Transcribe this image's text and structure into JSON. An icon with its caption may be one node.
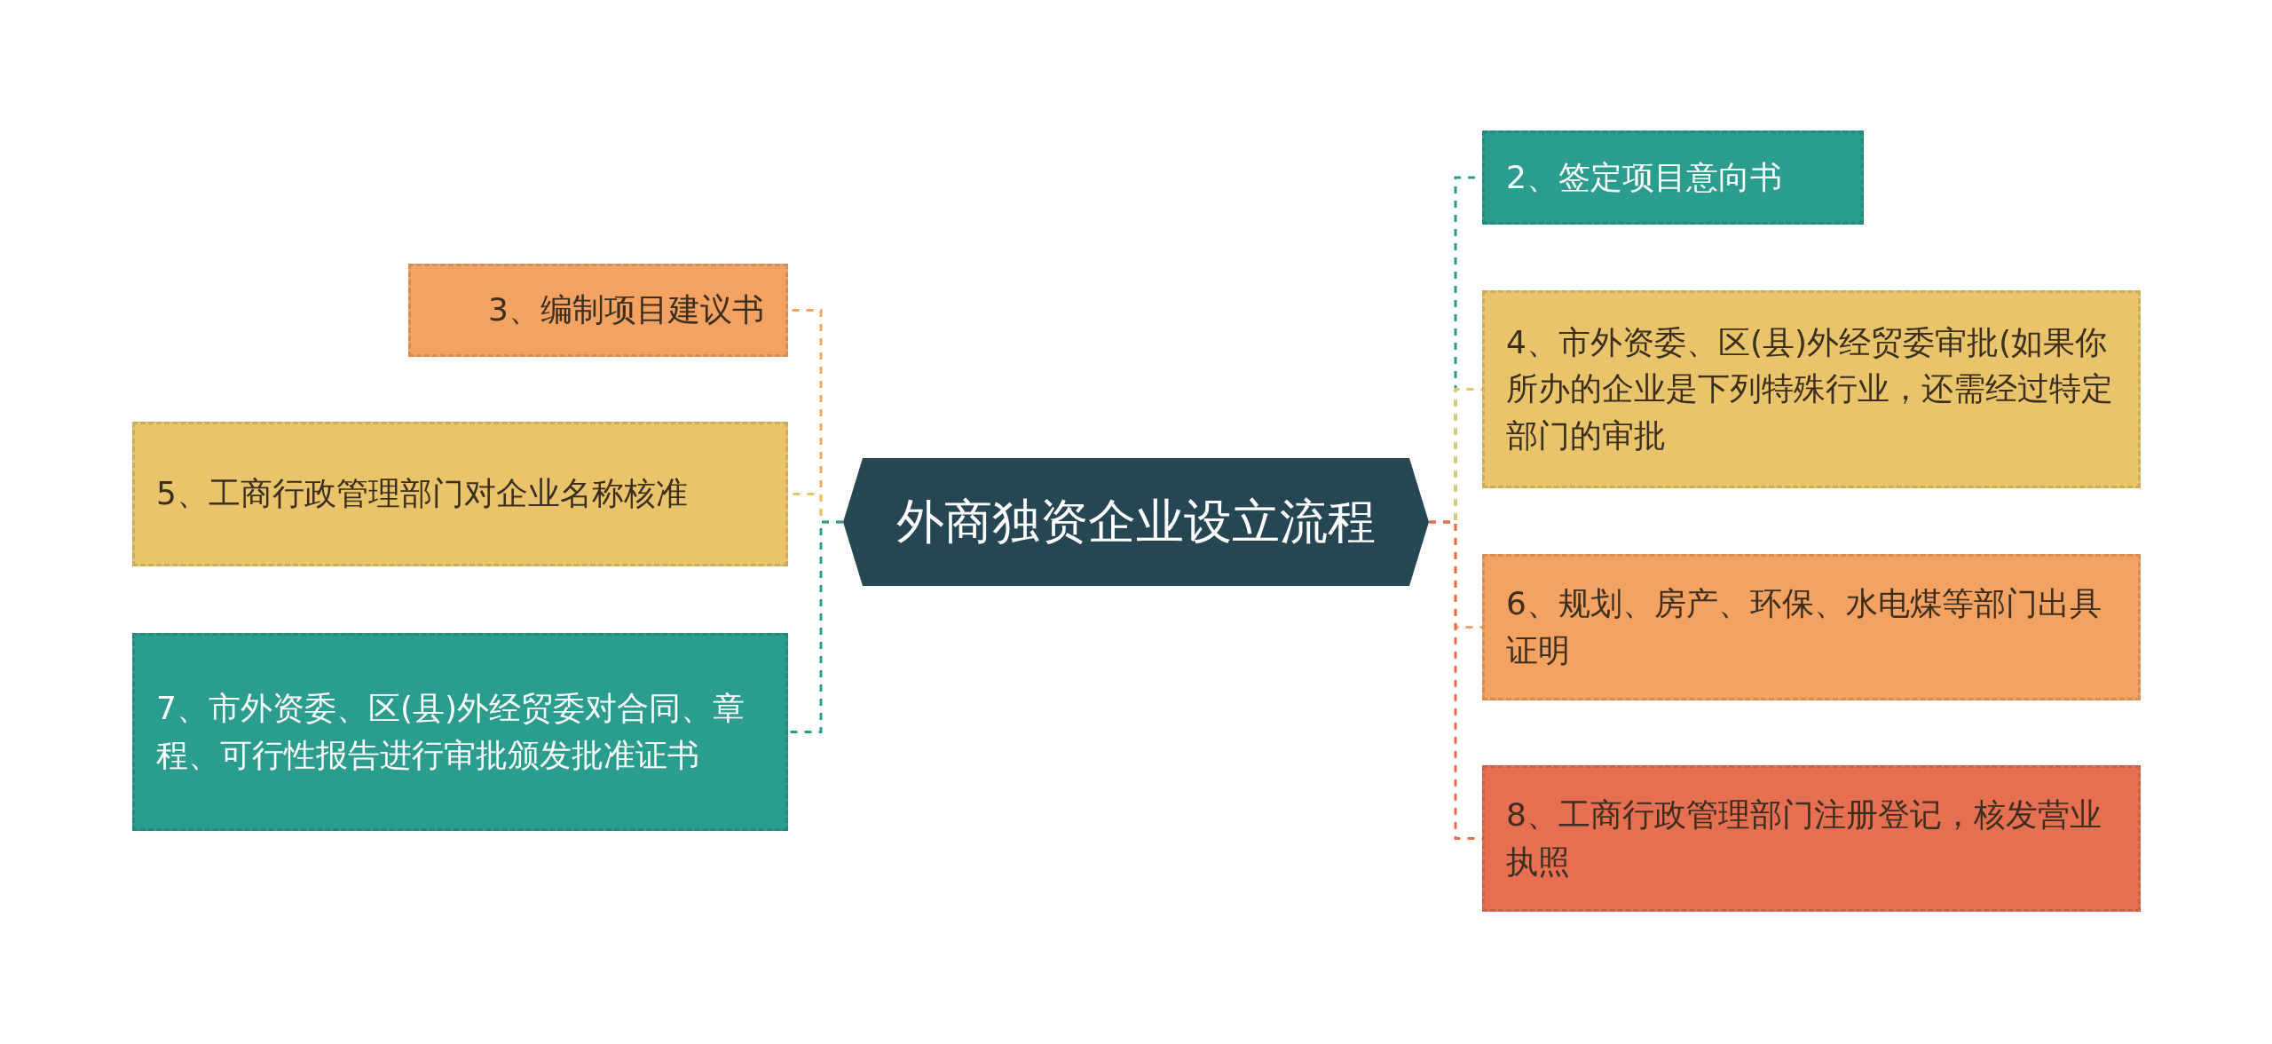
{
  "diagram": {
    "nodes": [
      {
        "text": [
          "外商独资企业设立流程"
        ]
      },
      {
        "text": [
          "2、签定项目意向书"
        ]
      },
      {
        "text": [
          "3、编制项目建议书"
        ]
      },
      {
        "text": [
          "4、市外资委、区(县)外经贸委审批(如果你所办的企业是下列特殊行业，还需经过特定部门的审批"
        ]
      },
      {
        "text": [
          "5、工商行政管理部门对企业名称核准"
        ]
      },
      {
        "text": [
          "6、规划、房产、环保、水电煤等部门出具证明"
        ]
      },
      {
        "text": [
          "7、市外资委、区(县)外经贸委对合同、章程、可行性报告进行审批颁发批准证书"
        ]
      },
      {
        "text": [
          "8、工商行政管理部门注册登记，核发营业执照"
        ]
      }
    ],
    "edges": [
      {
        "from": 0,
        "to": 1,
        "arrow": "none",
        "style": "dashed",
        "color": "#2a9d8f"
      },
      {
        "from": 0,
        "to": 2,
        "arrow": "none",
        "style": "dashed",
        "color": "#f4a261"
      },
      {
        "from": 0,
        "to": 3,
        "arrow": "none",
        "style": "dashed",
        "color": "#e9c46a"
      },
      {
        "from": 0,
        "to": 4,
        "arrow": "none",
        "style": "dashed",
        "color": "#e9c46a"
      },
      {
        "from": 0,
        "to": 5,
        "arrow": "none",
        "style": "dashed",
        "color": "#f4a261"
      },
      {
        "from": 0,
        "to": 6,
        "arrow": "none",
        "style": "dashed",
        "color": "#2a9d8f"
      },
      {
        "from": 0,
        "to": 7,
        "arrow": "none",
        "style": "dashed",
        "color": "#e76f51"
      }
    ]
  }
}
